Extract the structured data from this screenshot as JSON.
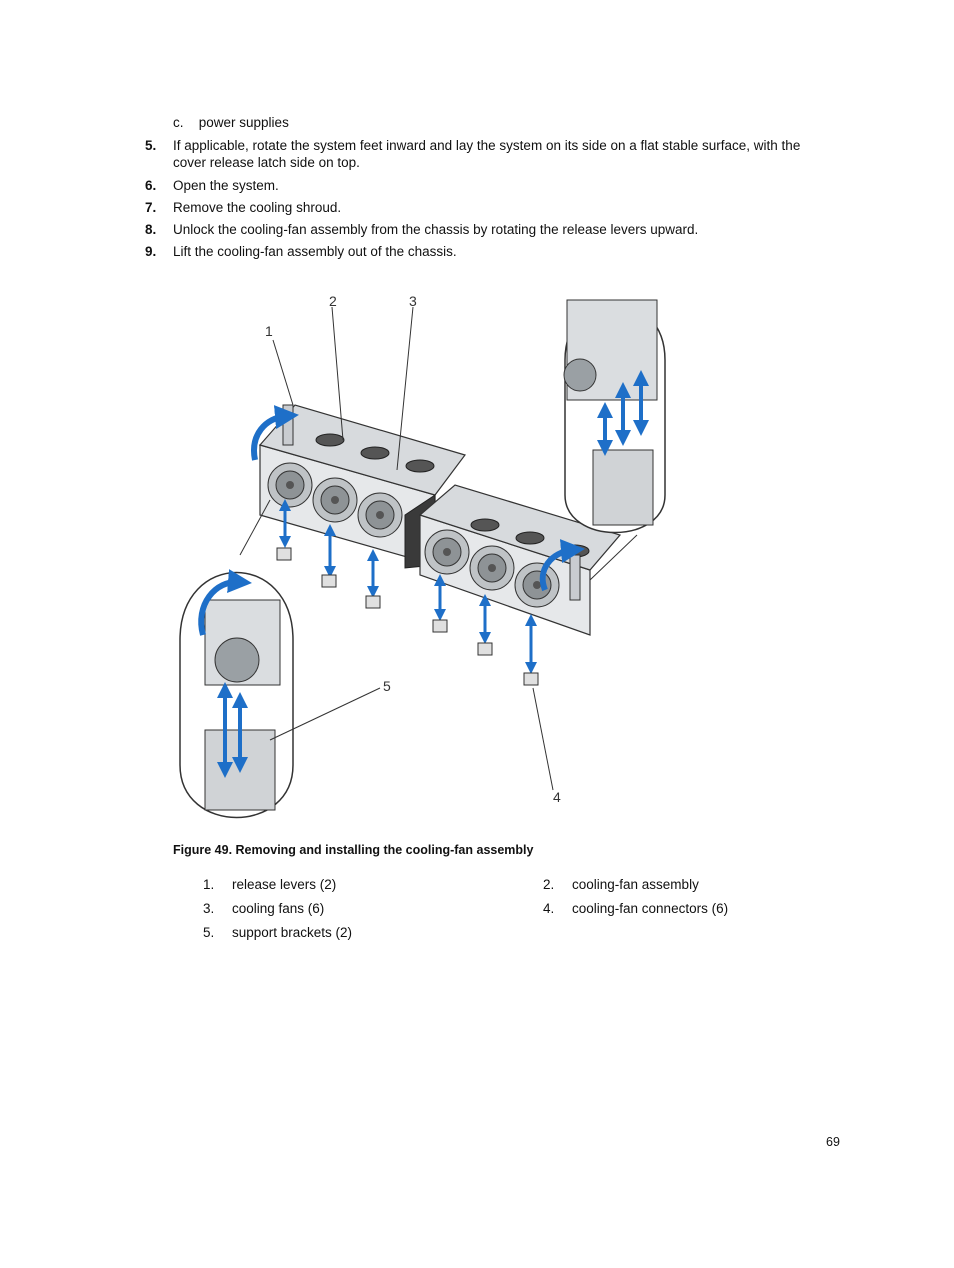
{
  "steps": {
    "sub_c": {
      "letter": "c.",
      "text": "power supplies"
    },
    "items": [
      {
        "num": "5.",
        "text": "If applicable, rotate the system feet inward and lay the system on its side on a flat stable surface, with the cover release latch side on top."
      },
      {
        "num": "6.",
        "text": "Open the system."
      },
      {
        "num": "7.",
        "text": "Remove the cooling shroud."
      },
      {
        "num": "8.",
        "text": "Unlock the cooling-fan assembly from the chassis by rotating the release levers upward."
      },
      {
        "num": "9.",
        "text": "Lift the cooling-fan assembly out of the chassis."
      }
    ]
  },
  "figure": {
    "callouts": [
      "1",
      "2",
      "3",
      "4",
      "5"
    ],
    "caption": "Figure 49. Removing and installing the cooling-fan assembly",
    "colors": {
      "arrow": "#1e6fc8",
      "line": "#333333",
      "metal": "#cfd3d6"
    }
  },
  "legend": [
    {
      "num": "1.",
      "label": "release levers (2)"
    },
    {
      "num": "2.",
      "label": "cooling-fan assembly"
    },
    {
      "num": "3.",
      "label": "cooling fans (6)"
    },
    {
      "num": "4.",
      "label": "cooling-fan connectors (6)"
    },
    {
      "num": "5.",
      "label": "support brackets (2)"
    }
  ],
  "page_number": "69"
}
